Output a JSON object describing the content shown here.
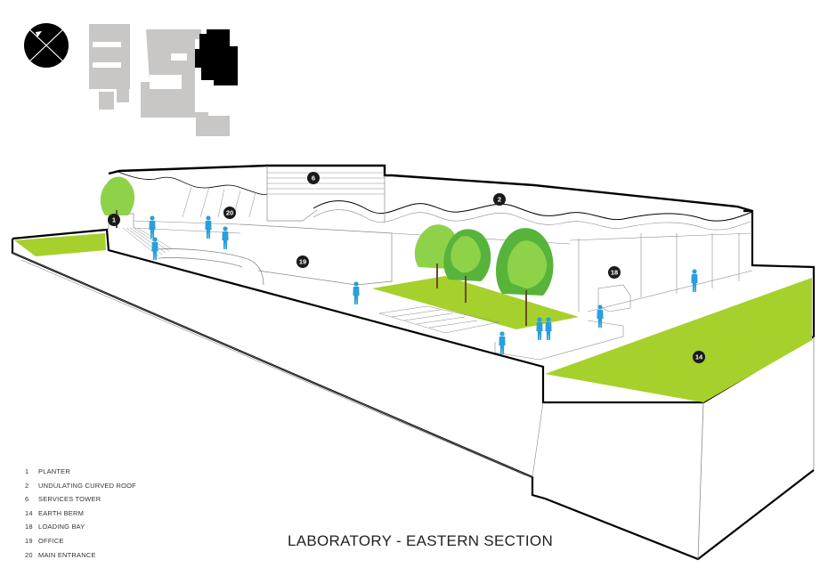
{
  "colors": {
    "lawn": "#a6d02c",
    "tree_light": "#8ed24a",
    "tree_dark": "#56b43a",
    "tree_trunk": "#6a4a2a",
    "person": "#2a9fd8",
    "plan_grey": "#c9c7c5",
    "plan_highlight": "#000000",
    "outline": "#000000",
    "thin_line": "#8a8a8a",
    "callout_fill": "#1a1a1a",
    "callout_text": "#ffffff"
  },
  "icons": {
    "north_arrow": "north-arrow-icon",
    "person": "person-icon",
    "tree": "tree-icon"
  },
  "callouts": [
    {
      "num": "1"
    },
    {
      "num": "2"
    },
    {
      "num": "6"
    },
    {
      "num": "14"
    },
    {
      "num": "18"
    },
    {
      "num": "19"
    },
    {
      "num": "20"
    }
  ],
  "legend": [
    {
      "num": "1",
      "label": "PLANTER"
    },
    {
      "num": "2",
      "label": "UNDULATING CURVED ROOF"
    },
    {
      "num": "6",
      "label": "SERVICES TOWER"
    },
    {
      "num": "14",
      "label": "EARTH BERM"
    },
    {
      "num": "18",
      "label": "LOADING BAY"
    },
    {
      "num": "19",
      "label": "OFFICE"
    },
    {
      "num": "20",
      "label": "MAIN ENTRANCE"
    }
  ],
  "title": "LABORATORY - EASTERN SECTION"
}
